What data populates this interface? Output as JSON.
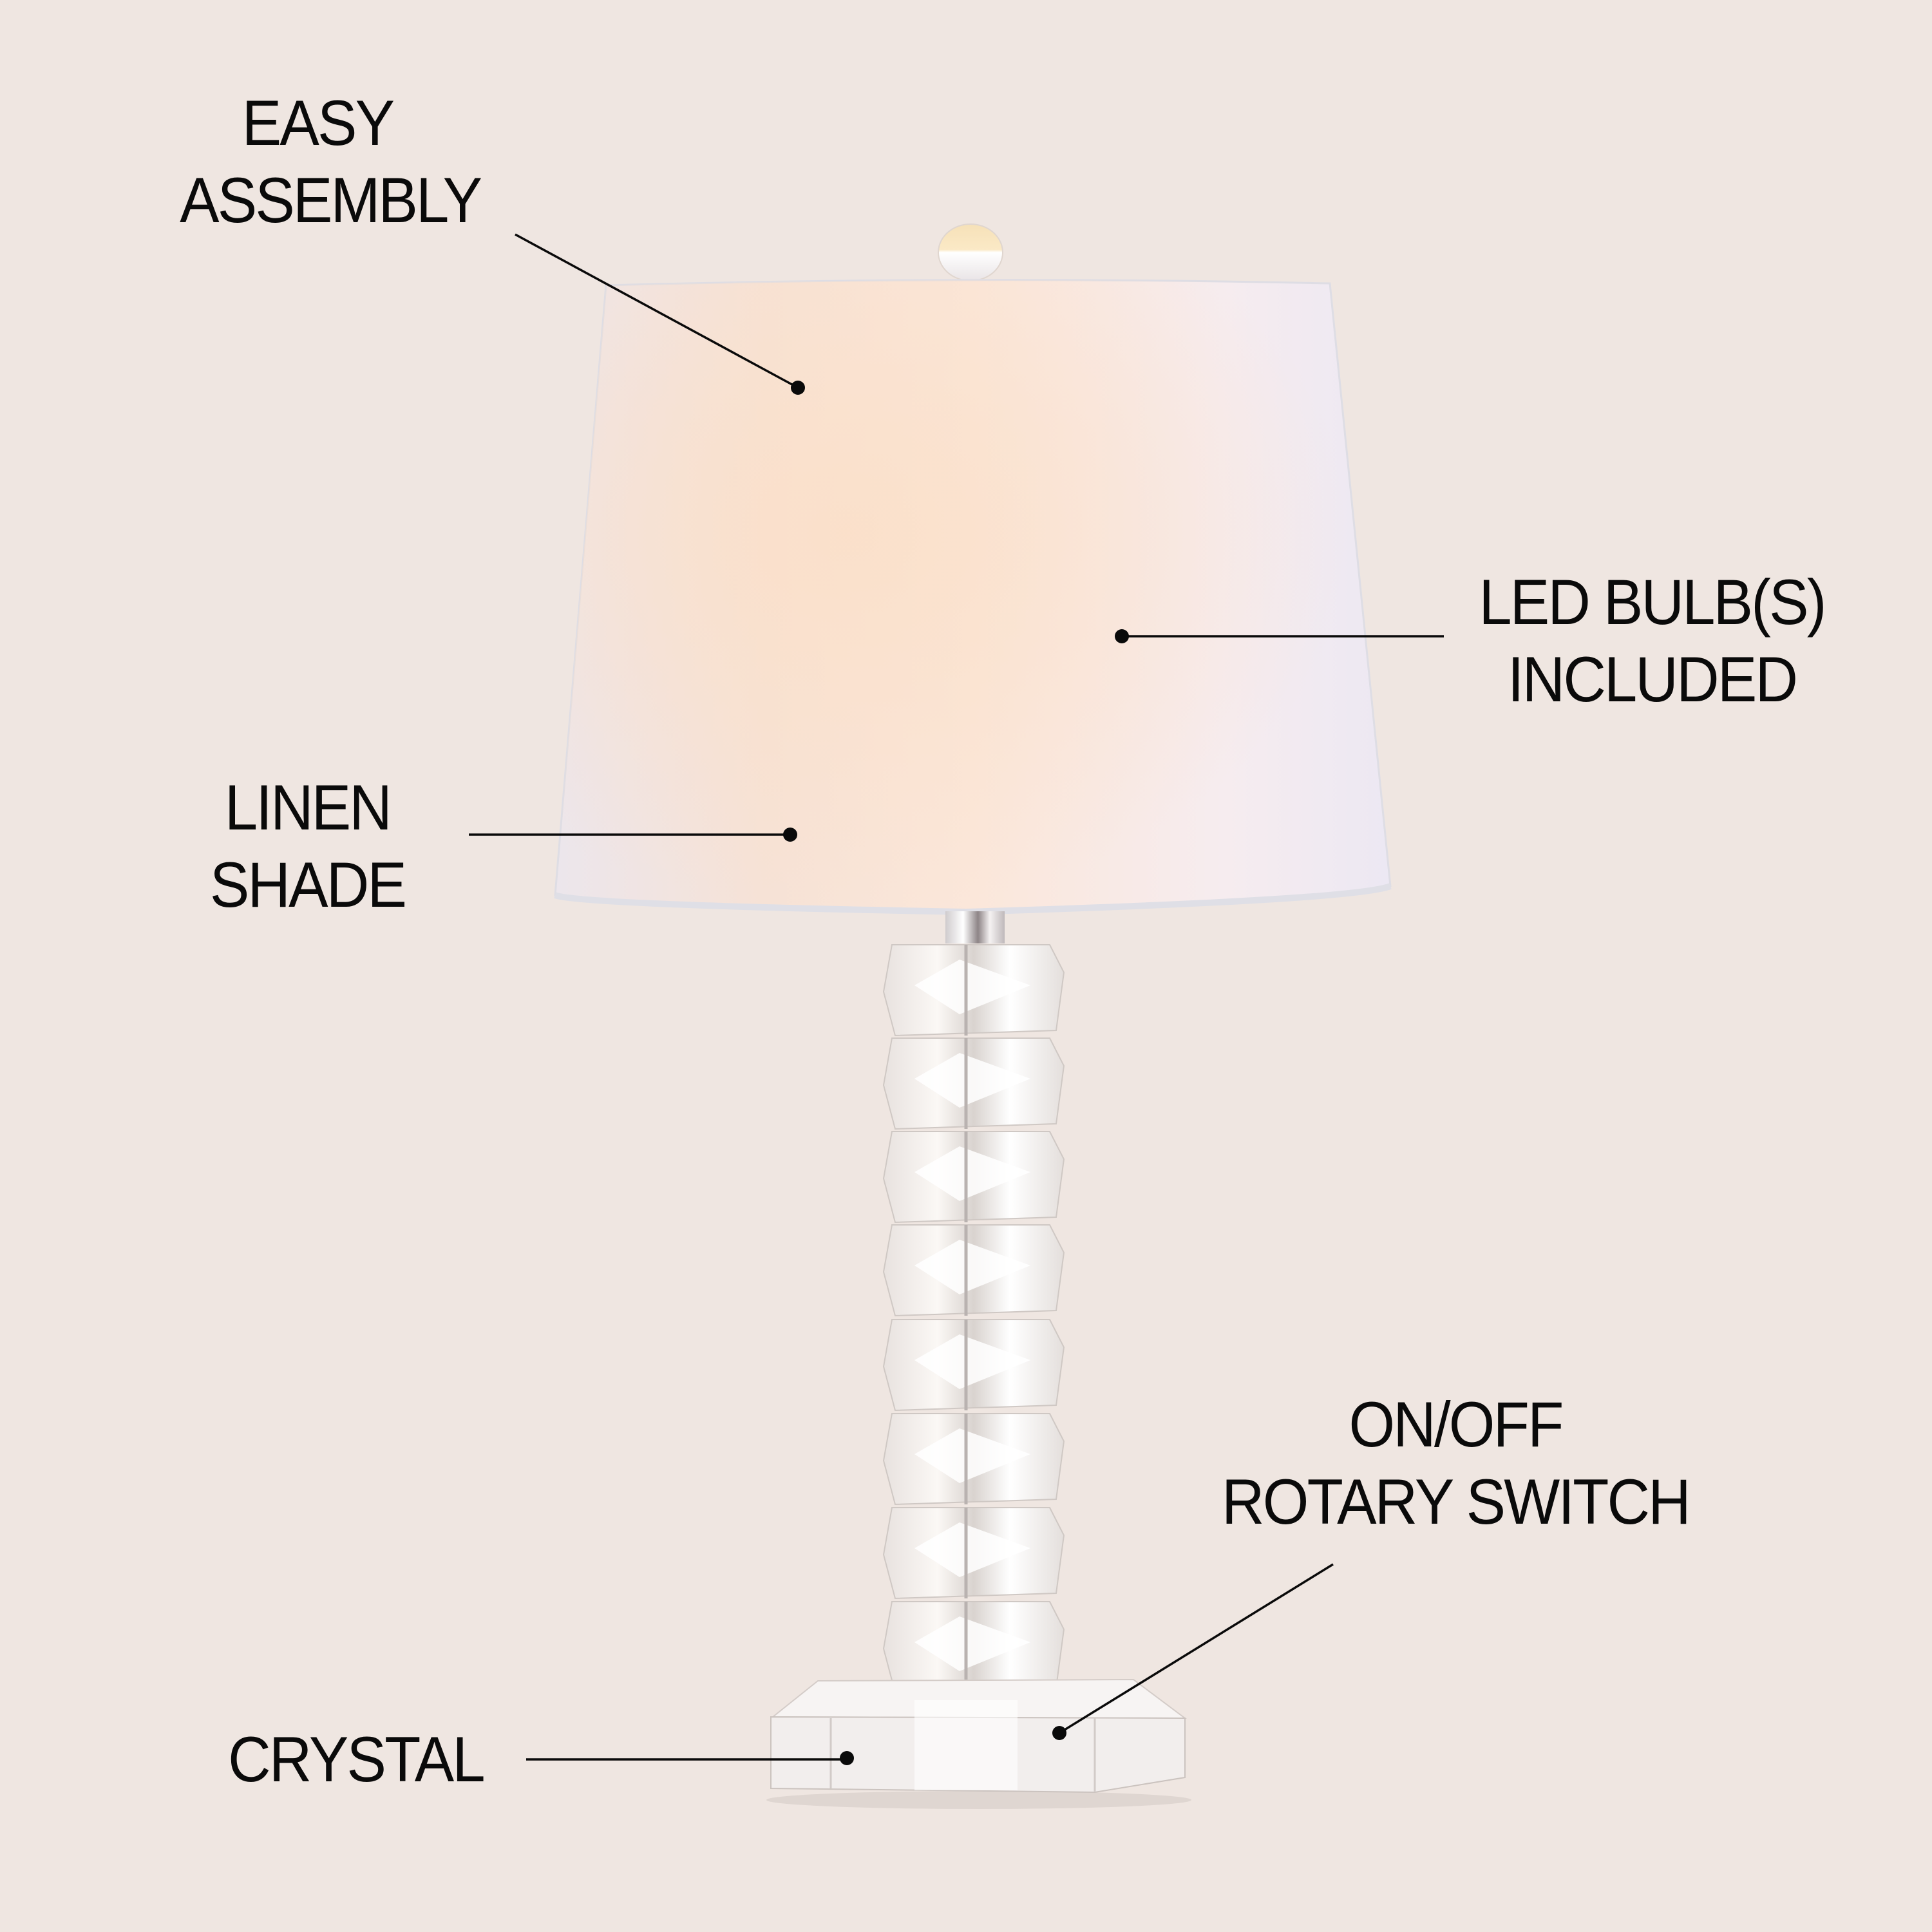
{
  "background_color": "#efe6e1",
  "product": {
    "name": "Crystal table lamp",
    "shade_color": "#f6ece6",
    "base_material": "crystal"
  },
  "callouts": [
    {
      "id": "easy-assembly",
      "lines": [
        "EASY",
        "ASSEMBLY"
      ]
    },
    {
      "id": "led-bulbs",
      "lines": [
        "LED BULB(S)",
        "INCLUDED"
      ]
    },
    {
      "id": "linen-shade",
      "lines": [
        "LINEN",
        "SHADE"
      ]
    },
    {
      "id": "rotary-switch",
      "lines": [
        "ON/OFF",
        "ROTARY SWITCH"
      ]
    },
    {
      "id": "crystal",
      "lines": [
        "CRYSTAL"
      ]
    }
  ]
}
